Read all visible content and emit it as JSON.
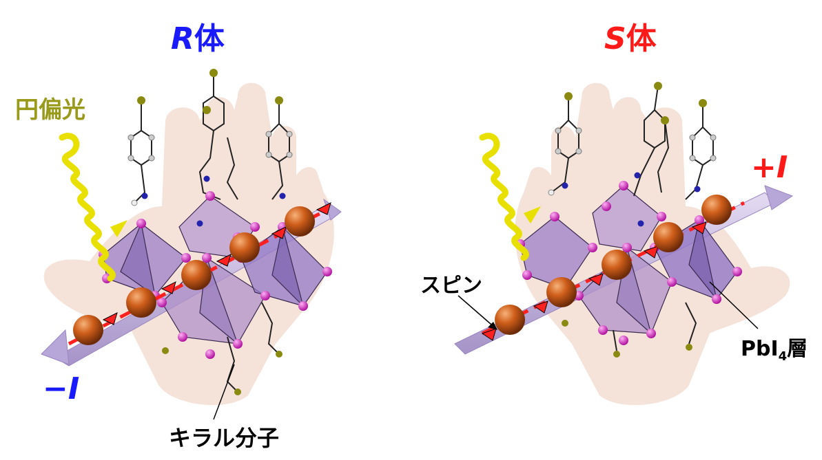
{
  "titles": {
    "r_prefix": "R",
    "r_suffix": "体",
    "s_prefix": "S",
    "s_suffix": "体"
  },
  "labels": {
    "circular_light": "円偏光",
    "spin": "スピン",
    "pbi_base": "PbI",
    "pbi_sub": "4",
    "pbi_suffix": "層",
    "chiral_molecule": "キラル分子",
    "minus_sign": "−",
    "minus_letter": "I",
    "plus_sign": "+",
    "plus_letter": "I"
  },
  "colors": {
    "r_blue": "#1a1aff",
    "s_red": "#ff1a1a",
    "light_yellow": "#e8e000",
    "octahedron_purple": "#9c7fc8",
    "atom_magenta": "#e81cd6",
    "spin_orange": "#c8561a",
    "hand_skin": "#f3ddd2",
    "axis_lavender": "#c8b8e0"
  }
}
